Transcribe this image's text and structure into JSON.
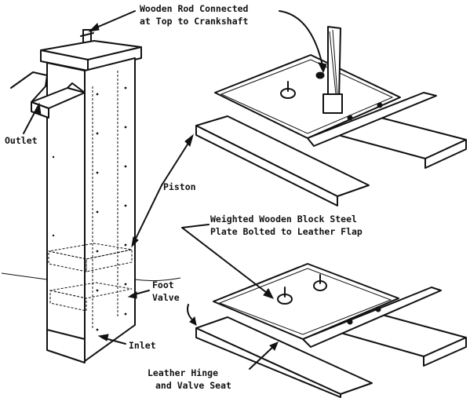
{
  "labels": {
    "wooden_rod": [
      "Wooden Rod Connected",
      "at Top to Crankshaft"
    ],
    "outlet": "Outlet",
    "piston": "Piston",
    "weighted_block": [
      "Weighted Wooden Block Steel",
      "Plate Bolted to Leather Flap"
    ],
    "foot_valve": [
      "Foot",
      "Valve"
    ],
    "inlet": "Inlet",
    "leather_hinge": [
      "Leather Hinge",
      "and Valve Seat"
    ]
  },
  "colors": {
    "ink": "#111111",
    "paper": "#ffffff"
  }
}
